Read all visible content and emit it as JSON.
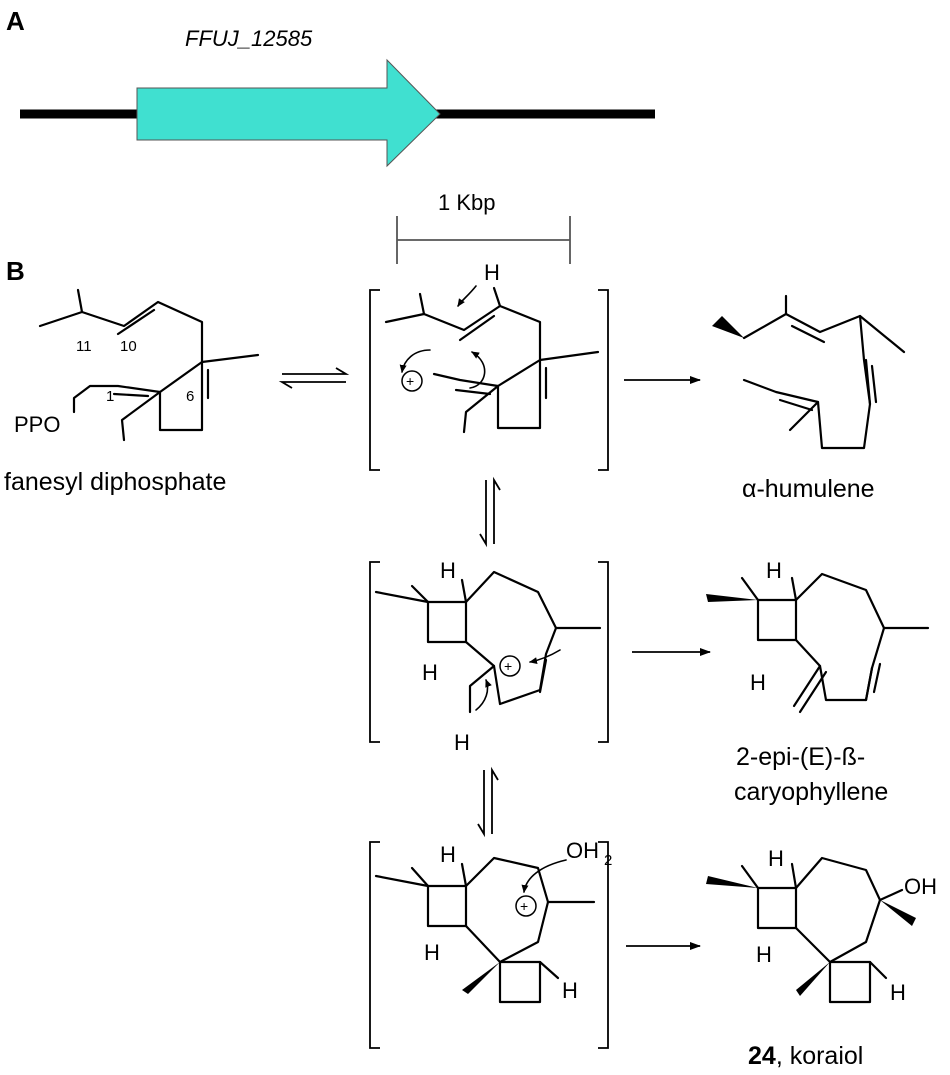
{
  "panel_a": {
    "label": "A",
    "gene_name": "FFUJ_12585",
    "gene_color": "#40E0D0",
    "scale_label": "1 Kbp"
  },
  "panel_b": {
    "label": "B",
    "substrate": {
      "leaving_group": "PPO",
      "atom_1": "1",
      "atom_6": "6",
      "atom_10": "10",
      "atom_11": "11",
      "name": "fanesyl diphosphate"
    },
    "intermediate_1": {
      "h_label": "H",
      "charge": "+"
    },
    "intermediate_2": {
      "h_top": "H",
      "h_left": "H",
      "h_bottom": "H",
      "charge": "+"
    },
    "intermediate_3": {
      "water": "OH",
      "water_sub": "2",
      "h_top": "H",
      "h_left": "H",
      "h_right": "H",
      "charge": "+"
    },
    "products": {
      "p1": "α-humulene",
      "p2_line1": "2-epi-(E)-ß-",
      "p2_line2": "caryophyllene",
      "p2_h_top": "H",
      "p2_h_left": "H",
      "p3_number": "24",
      "p3_name": ", koraiol",
      "p3_oh": "OH",
      "p3_h_top": "H",
      "p3_h_left": "H",
      "p3_h_right": "H"
    }
  }
}
